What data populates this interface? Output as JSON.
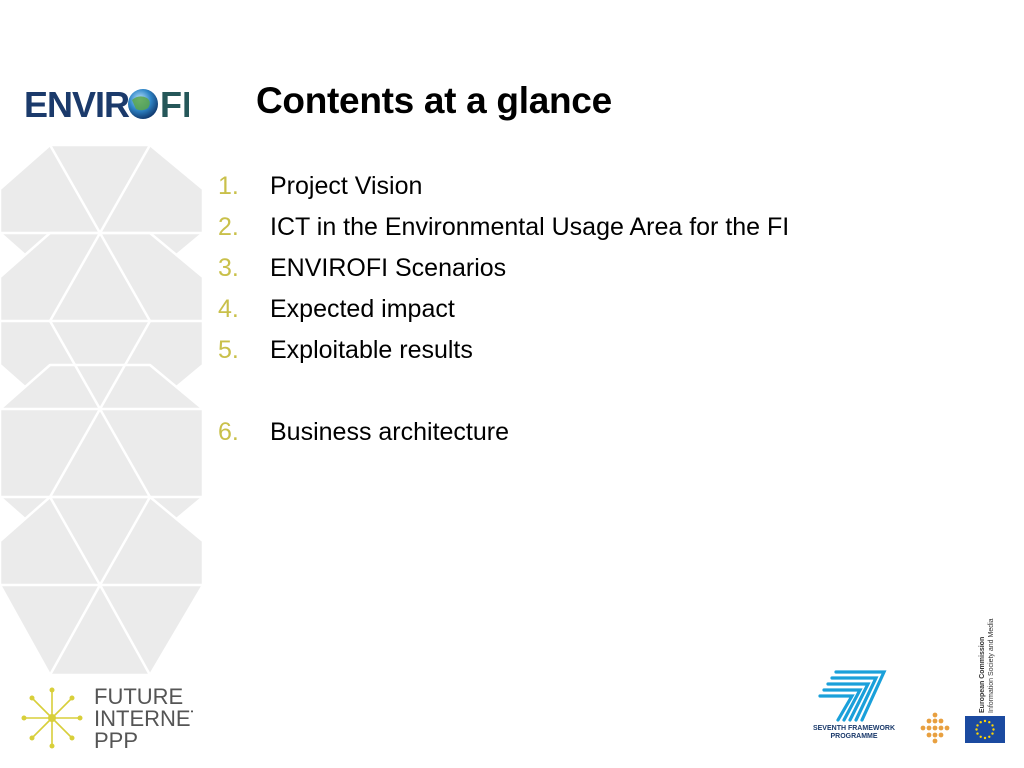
{
  "slide": {
    "title": "Contents at a glance",
    "items": [
      {
        "num": "1.",
        "label": "Project Vision"
      },
      {
        "num": "2.",
        "label": "ICT in the Environmental Usage Area for the FI"
      },
      {
        "num": "3.",
        "label": "ENVIROFI Scenarios"
      },
      {
        "num": "4.",
        "label": "Expected impact"
      },
      {
        "num": "5.",
        "label": "Exploitable results"
      },
      {
        "num": "6.",
        "label": "Business architecture"
      }
    ]
  },
  "logos": {
    "envirofi": "ENVIROFI",
    "future_internet": [
      "FUTURE",
      "INTERNET",
      "PPP"
    ],
    "fp7": [
      "SEVENTH FRAMEWORK",
      "PROGRAMME"
    ],
    "european_commission": [
      "European Commission",
      "Information Society and Media"
    ]
  },
  "colors": {
    "number_accent": "#c9c04a",
    "hex_fill": "#ebebeb",
    "logo_dark": "#1b3a6b",
    "fp7_blue": "#1aa0da"
  }
}
